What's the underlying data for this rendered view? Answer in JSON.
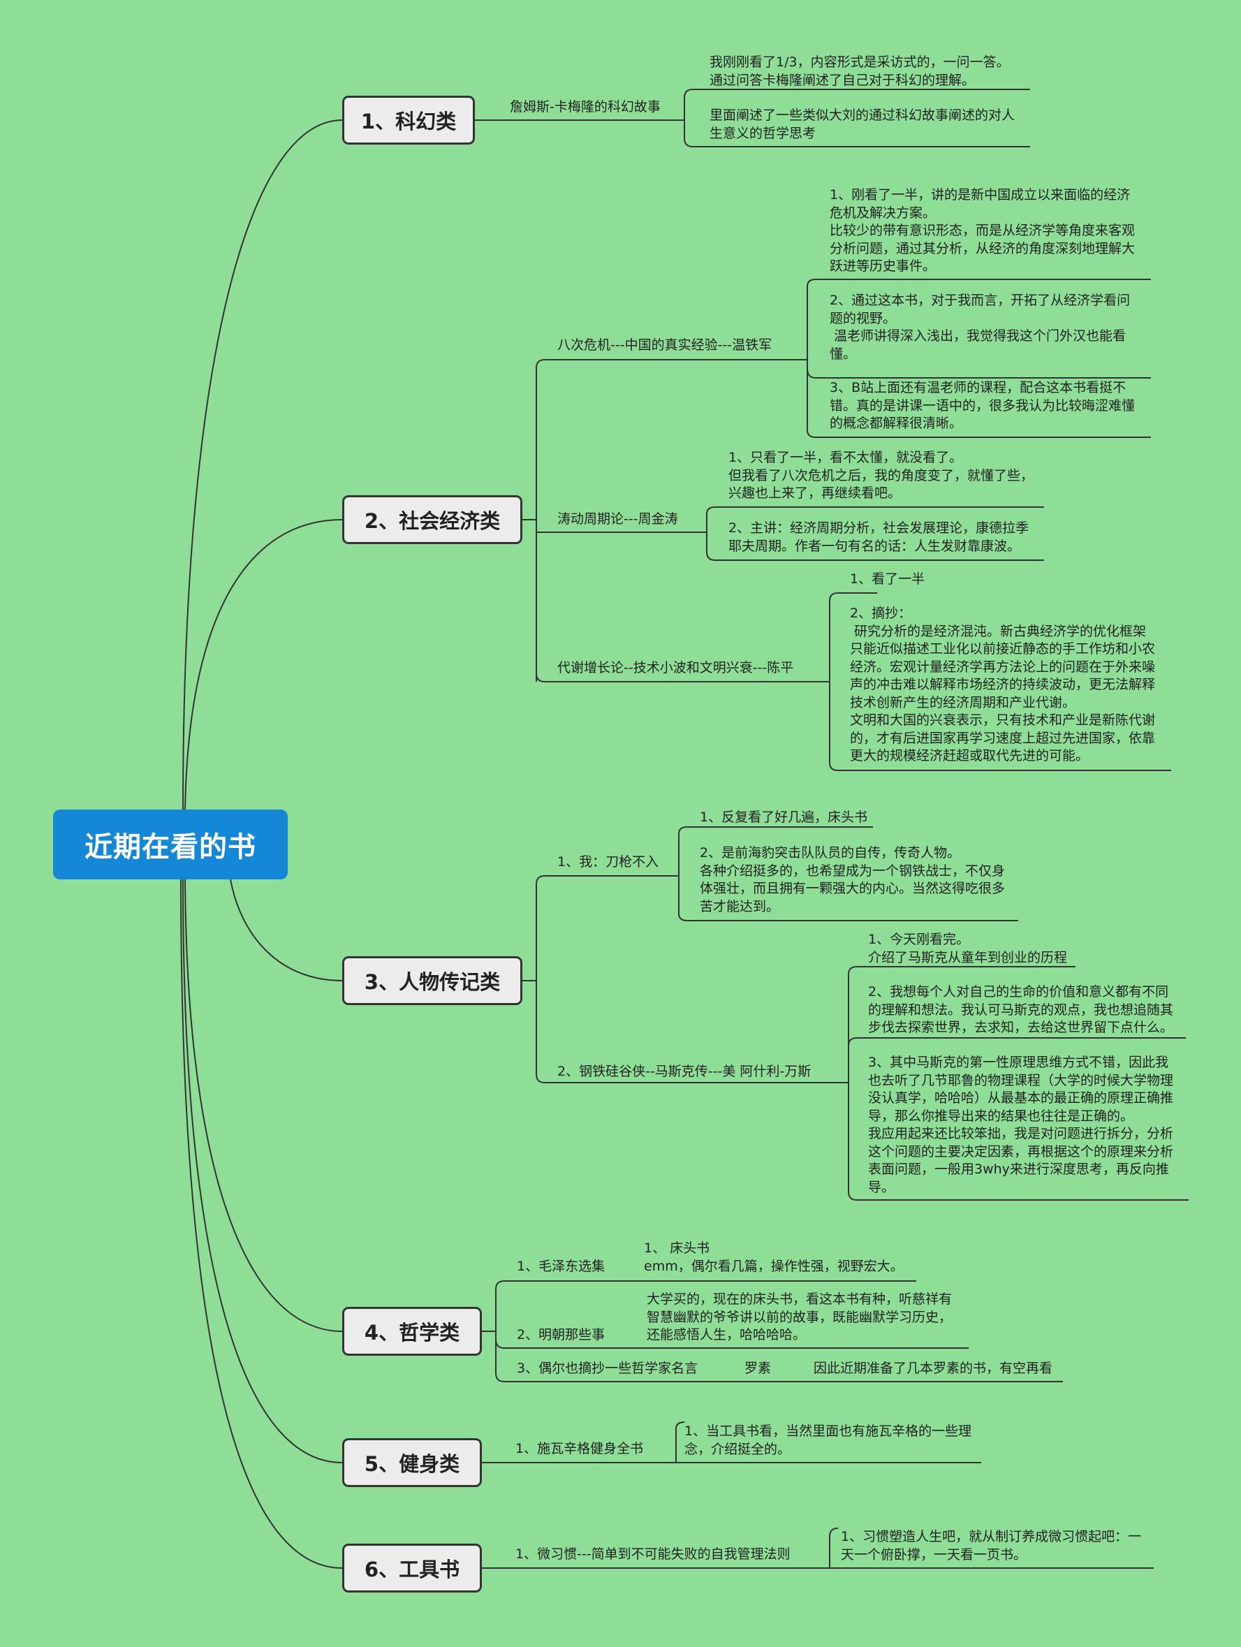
{
  "root": "近期在看的书",
  "categories": [
    {
      "label": "1、科幻类",
      "books": [
        {
          "title": "詹姆斯-卡梅隆的科幻故事",
          "notes": [
            "我刚刚看了1/3，内容形式是采访式的，一问一答。\n通过问答卡梅隆阐述了自己对于科幻的理解。",
            "里面阐述了一些类似大刘的通过科幻故事阐述的对人\n生意义的哲学思考"
          ]
        }
      ]
    },
    {
      "label": "2、社会经济类",
      "books": [
        {
          "title": "八次危机---中国的真实经验---温铁军",
          "notes": [
            "1、刚看了一半，讲的是新中国成立以来面临的经济\n危机及解决方案。\n比较少的带有意识形态，而是从经济学等角度来客观\n分析问题，通过其分析，从经济的角度深刻地理解大\n跃进等历史事件。",
            "2、通过这本书，对于我而言，开拓了从经济学看问\n题的视野。\n 温老师讲得深入浅出，我觉得我这个门外汉也能看\n懂。",
            "3、B站上面还有温老师的课程，配合这本书看挺不\n错。真的是讲课一语中的，很多我认为比较晦涩难懂\n的概念都解释很清晰。"
          ]
        },
        {
          "title": "涛动周期论---周金涛",
          "notes": [
            "1、只看了一半，看不太懂，就没看了。\n但我看了八次危机之后，我的角度变了，就懂了些，\n兴趣也上来了，再继续看吧。",
            "2、主讲：经济周期分析，社会发展理论，康德拉季\n耶夫周期。作者一句有名的话：人生发财靠康波。"
          ]
        },
        {
          "title": "代谢增长论--技术小波和文明兴衰---陈平",
          "notes": [
            "1、看了一半",
            "2、摘抄：\n 研究分析的是经济混沌。新古典经济学的优化框架\n只能近似描述工业化以前接近静态的手工作坊和小农\n经济。宏观计量经济学再方法论上的问题在于外来噪\n声的冲击难以解释市场经济的持续波动，更无法解释\n技术创新产生的经济周期和产业代谢。\n文明和大国的兴衰表示，只有技术和产业是新陈代谢\n的，才有后进国家再学习速度上超过先进国家，依靠\n更大的规模经济赶超或取代先进的可能。"
          ]
        }
      ]
    },
    {
      "label": "3、人物传记类",
      "books": [
        {
          "title": "1、我：刀枪不入",
          "notes": [
            "1、反复看了好几遍，床头书",
            "2、是前海豹突击队队员的自传，传奇人物。\n各种介绍挺多的，也希望成为一个钢铁战士，不仅身\n体强壮，而且拥有一颗强大的内心。当然这得吃很多\n苦才能达到。"
          ]
        },
        {
          "title": "2、钢铁硅谷侠--马斯克传---美 阿什利-万斯",
          "notes": [
            "1、今天刚看完。\n介绍了马斯克从童年到创业的历程",
            "2、我想每个人对自己的生命的价值和意义都有不同\n的理解和想法。我认可马斯克的观点，我也想追随其\n步伐去探索世界，去求知，去给这世界留下点什么。",
            "3、其中马斯克的第一性原理思维方式不错，因此我\n也去听了几节耶鲁的物理课程（大学的时候大学物理\n没认真学，哈哈哈）从最基本的最正确的原理正确推\n导，那么你推导出来的结果也往往是正确的。\n我应用起来还比较笨拙，我是对问题进行拆分，分析\n这个问题的主要决定因素，再根据这个的原理来分析\n表面问题，一般用3why来进行深度思考，再反向推\n导。"
          ]
        }
      ]
    },
    {
      "label": "4、哲学类",
      "books": [
        {
          "title": "1、毛泽东选集",
          "notes": [
            "1、 床头书\nemm，偶尔看几篇，操作性强，视野宏大。"
          ]
        },
        {
          "title": "2、明朝那些事",
          "notes": [
            "大学买的，现在的床头书，看这本书有种，听慈祥有\n智慧幽默的爷爷讲以前的故事，既能幽默学习历史，\n还能感悟人生，哈哈哈哈。"
          ]
        },
        {
          "title": "3、偶尔也摘抄一些哲学家名言",
          "notes": [
            "罗素"
          ],
          "extra": "因此近期准备了几本罗素的书，有空再看"
        }
      ]
    },
    {
      "label": "5、健身类",
      "books": [
        {
          "title": "1、施瓦辛格健身全书",
          "notes": [
            "1、当工具书看，当然里面也有施瓦辛格的一些理\n念，介绍挺全的。"
          ]
        }
      ]
    },
    {
      "label": "6、工具书",
      "books": [
        {
          "title": "1、微习惯---简单到不可能失败的自我管理法则",
          "notes": [
            "1、习惯塑造人生吧，就从制订养成微习惯起吧：一\n天一个俯卧撑，一天看一页书。"
          ]
        }
      ]
    }
  ]
}
